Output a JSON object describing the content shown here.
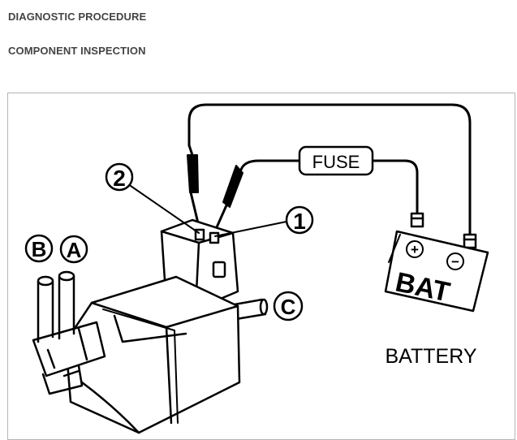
{
  "header": {
    "title": "DIAGNOSTIC PROCEDURE",
    "subtitle": "COMPONENT INSPECTION"
  },
  "diagram": {
    "fuse_label": "FUSE",
    "battery_text": "BAT",
    "battery_caption": "BATTERY",
    "plus_symbol": "+",
    "minus_symbol": "−",
    "callouts": {
      "terminal_1": "1",
      "terminal_2": "2",
      "port_a": "A",
      "port_b": "B",
      "port_c": "C"
    }
  }
}
